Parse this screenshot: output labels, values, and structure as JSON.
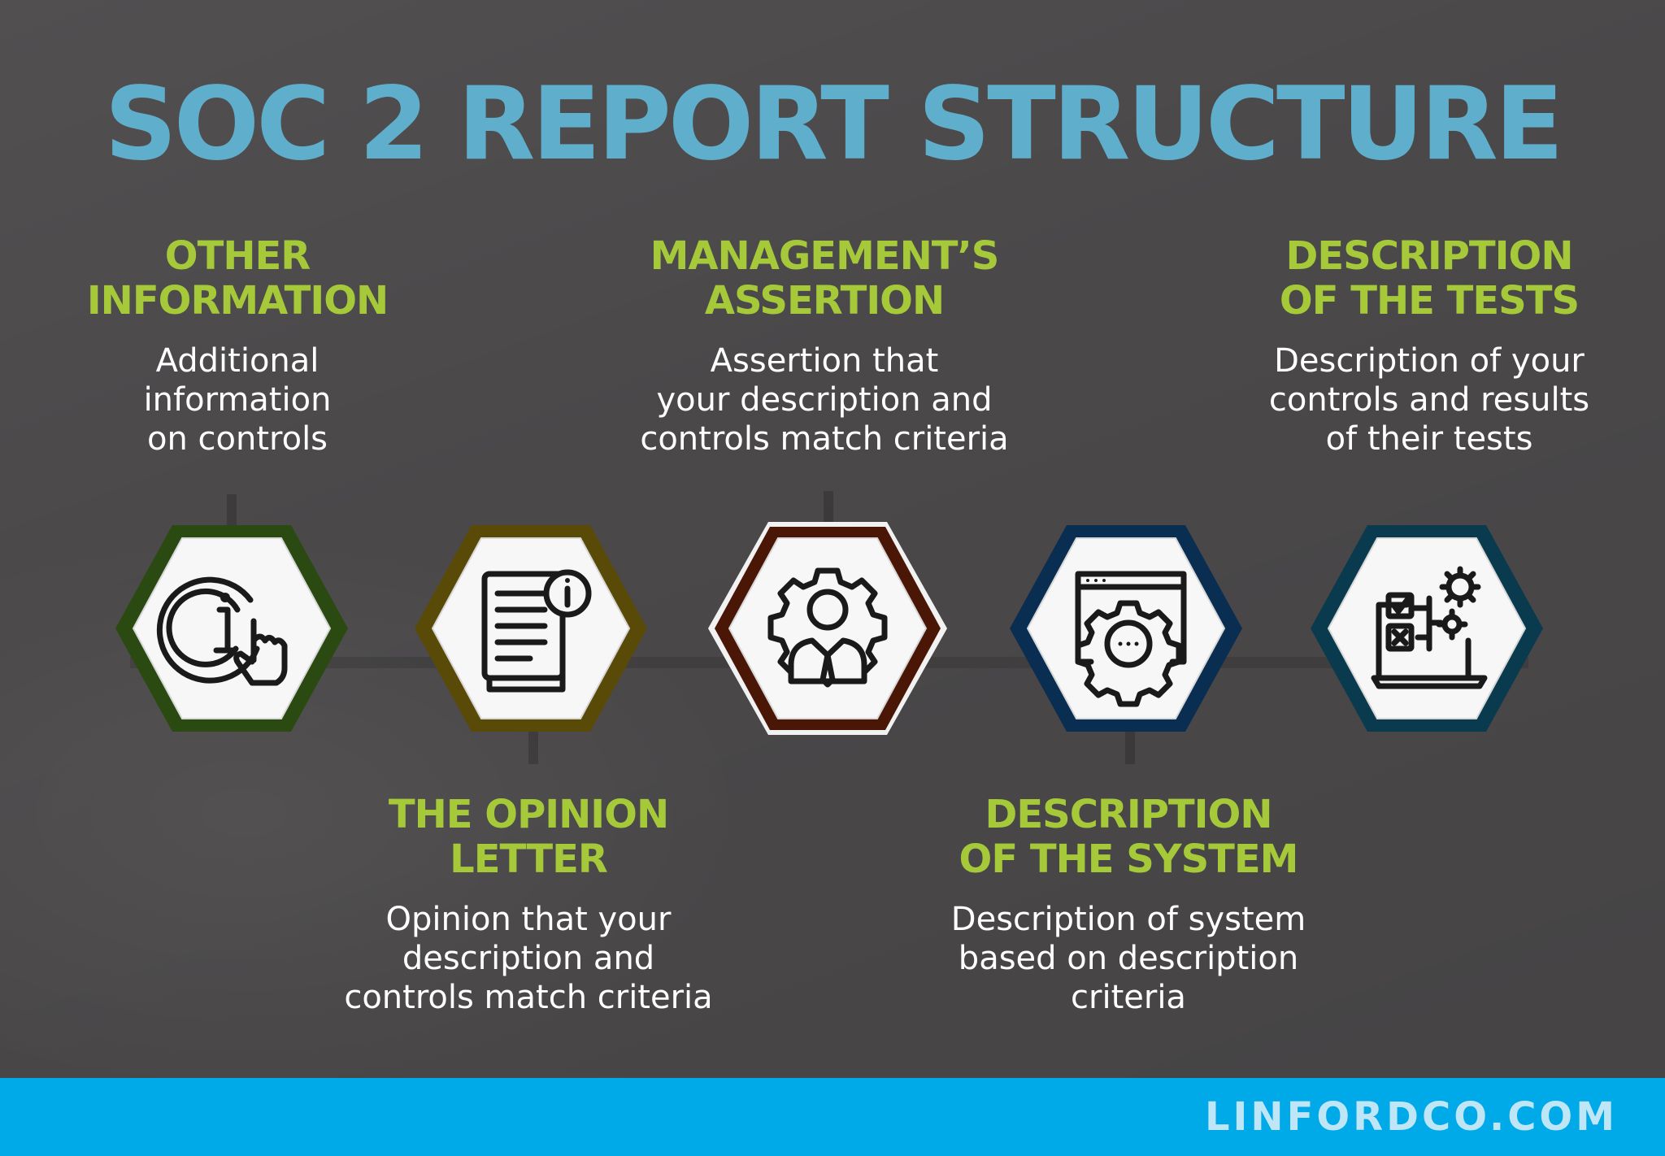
{
  "title": "SOC 2 REPORT STRUCTURE",
  "sections": [
    {
      "heading": "OTHER\nINFORMATION",
      "description": "Additional\ninformation\non controls",
      "icon": "info-touch-icon",
      "ring_color": "#2b4a12"
    },
    {
      "heading": "THE OPINION\nLETTER",
      "description": "Opinion that your\ndescription and\ncontrols match criteria",
      "icon": "document-info-icon",
      "ring_color": "#5a4a08"
    },
    {
      "heading": "MANAGEMENT’S\nASSERTION",
      "description": "Assertion that\nyour description and\ncontrols match criteria",
      "icon": "manager-gear-icon",
      "ring_color": "#4a1606"
    },
    {
      "heading": "DESCRIPTION\nOF THE SYSTEM",
      "description": "Description of system\nbased on description\ncriteria",
      "icon": "browser-gear-icon",
      "ring_color": "#0a2d52"
    },
    {
      "heading": "DESCRIPTION\nOF THE TESTS",
      "description": "Description of your\ncontrols and results\nof their tests",
      "icon": "checklist-laptop-icon",
      "ring_color": "#0a3a4e"
    }
  ],
  "footer": {
    "website": "LINFORDCO.COM"
  },
  "colors": {
    "background": "#4a4849",
    "title": "#5eaecc",
    "heading": "#a6c93a",
    "description": "#ffffff",
    "footer_bar": "#00a9e8",
    "footer_text": "#bfe6f6"
  }
}
